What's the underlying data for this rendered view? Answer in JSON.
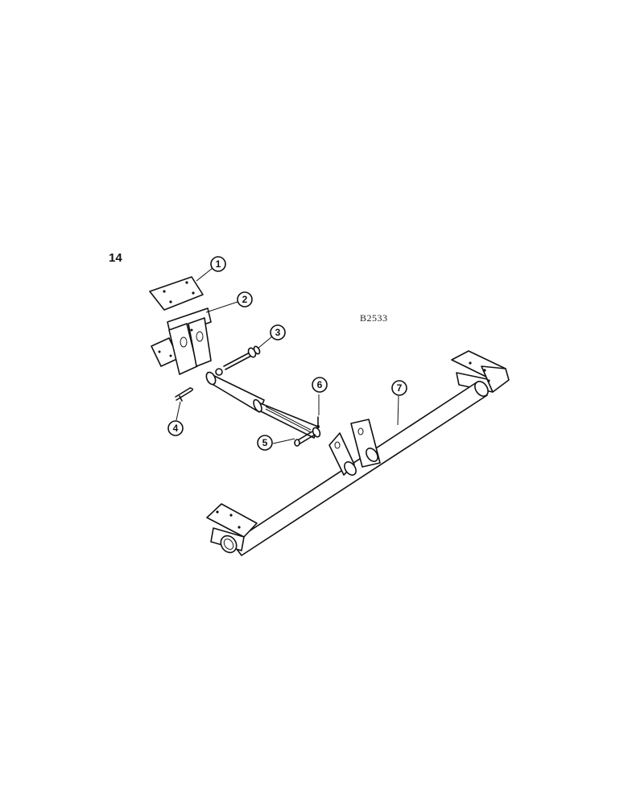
{
  "figure_number": "14",
  "drawing_ref": "B2533",
  "callouts": [
    {
      "id": "callout-1",
      "label": "1"
    },
    {
      "id": "callout-2",
      "label": "2"
    },
    {
      "id": "callout-3",
      "label": "3"
    },
    {
      "id": "callout-4",
      "label": "4"
    },
    {
      "id": "callout-5",
      "label": "5"
    },
    {
      "id": "callout-6",
      "label": "6"
    },
    {
      "id": "callout-7",
      "label": "7"
    }
  ]
}
